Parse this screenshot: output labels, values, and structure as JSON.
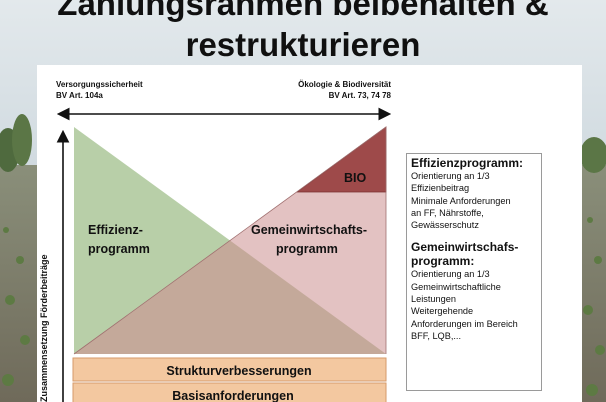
{
  "title": {
    "line1": "Zahlungsrahmen beibehalten &",
    "line2": "restrukturieren"
  },
  "axis": {
    "left_top_line1": "Versorgungssicherheit",
    "left_top_line2": "BV Art. 104a",
    "right_top_line1": "Ökologie & Biodiversität",
    "right_top_line2": "BV Art. 73, 74 78",
    "vertical_label": "Zusammensetzung Förderbeiträge"
  },
  "regions": {
    "effizienz_line1": "Effizienz-",
    "effizienz_line2": "programm",
    "gemeinwirtschaft_line1": "Gemeinwirtschafts-",
    "gemeinwirtschaft_line2": "programm",
    "bio": "BIO"
  },
  "bars": {
    "struktur": "Strukturverbesserungen",
    "basis": "Basisanforderungen"
  },
  "info": {
    "effizienz_heading": "Effizienzprogramm:",
    "effizienz_lines": [
      "Orientierung an 1/3",
      "Effizienbeitrag",
      "Minimale Anforderungen",
      "an FF, Nährstoffe,",
      "Gewässerschutz"
    ],
    "gemein_heading_line1": "Gemeinwirtschafs-",
    "gemein_heading_line2": "programm:",
    "gemein_lines": [
      "Orientierung an 1/3",
      "Gemeinwirtschaftliche",
      "Leistungen",
      "Weitergehende",
      "Anforderungen im Bereich",
      "BFF, LQB,..."
    ]
  },
  "colors": {
    "effizienz": "#b8cfa8",
    "gemeinwirtschaft": "#e3c2c2",
    "overlap": "#c4a99a",
    "bio": "#9e4a4a",
    "bars": "#f3c8a0"
  }
}
